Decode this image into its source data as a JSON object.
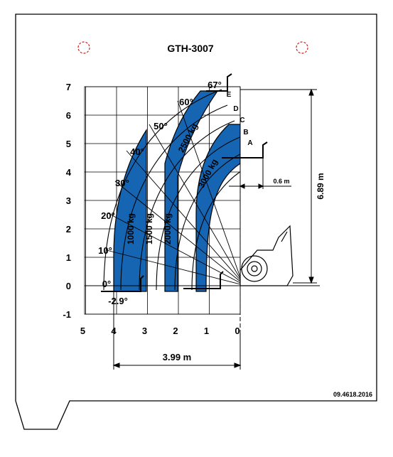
{
  "title": "GTH-3007",
  "doc_code": "09.4618.2016",
  "chart_data": {
    "type": "load-chart",
    "title": "GTH-3007",
    "y_ticks": [
      "7",
      "6",
      "5",
      "4",
      "3",
      "2",
      "1",
      "0",
      "-1"
    ],
    "x_ticks": [
      "5",
      "4",
      "3",
      "2",
      "1",
      "0"
    ],
    "xlim": [
      0,
      5
    ],
    "ylim": [
      -1,
      7
    ],
    "grid": true,
    "max_height_label": "6.89 m",
    "max_reach_label": "3.99 m",
    "offset_label": "0.6 m",
    "angle_labels": [
      "67°",
      "60°",
      "50°",
      "40°",
      "30°",
      "20°",
      "10°",
      "0°",
      "-2.9°"
    ],
    "extension_labels": [
      "E",
      "D",
      "C",
      "B",
      "A"
    ],
    "load_zones": [
      {
        "label": "1000 kg",
        "color": "#1565b3"
      },
      {
        "label": "1500 kg",
        "color": "#ffffff"
      },
      {
        "label": "2000 kg",
        "color": "#1565b3"
      },
      {
        "label": "2500 kg",
        "color": "#ffffff"
      },
      {
        "label": "3000 kg",
        "color": "#1565b3"
      }
    ]
  }
}
